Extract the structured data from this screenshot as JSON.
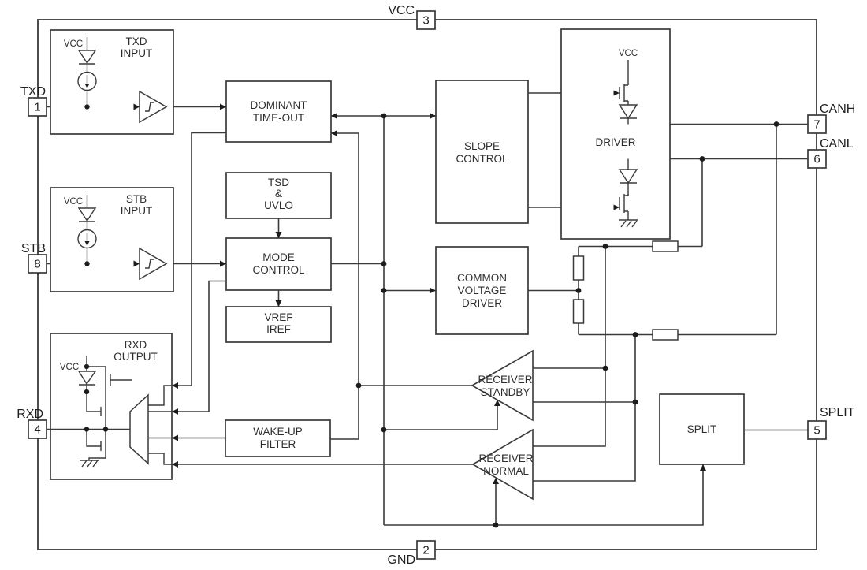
{
  "diagram": {
    "type": "block-diagram",
    "subject": "CAN transceiver functional block diagram",
    "colors": {
      "line": "#3a3a3a",
      "background": "#ffffff",
      "text": "#2d2d2d"
    },
    "vcc_text": "VCC",
    "pins": [
      {
        "label": "TXD",
        "number": "1",
        "side": "left"
      },
      {
        "label": "STB",
        "number": "8",
        "side": "left"
      },
      {
        "label": "RXD",
        "number": "4",
        "side": "left"
      },
      {
        "label": "VCC",
        "number": "3",
        "side": "top"
      },
      {
        "label": "GND",
        "number": "2",
        "side": "bottom"
      },
      {
        "label": "CANH",
        "number": "7",
        "side": "right"
      },
      {
        "label": "CANL",
        "number": "6",
        "side": "right"
      },
      {
        "label": "SPLIT",
        "number": "5",
        "side": "right"
      }
    ],
    "blocks": {
      "txd_input": {
        "line1": "TXD",
        "line2": "INPUT"
      },
      "stb_input": {
        "line1": "STB",
        "line2": "INPUT"
      },
      "rxd_output": {
        "line1": "RXD",
        "line2": "OUTPUT"
      },
      "dominant_timeout": {
        "line1": "DOMINANT",
        "line2": "TIME-OUT"
      },
      "tsd_uvlo": {
        "line1": "TSD",
        "line2": "&",
        "line3": "UVLO"
      },
      "mode_control": {
        "line1": "MODE",
        "line2": "CONTROL"
      },
      "vref_iref": {
        "line1": "VREF",
        "line2": "IREF"
      },
      "wakeup_filter": {
        "line1": "WAKE-UP",
        "line2": "FILTER"
      },
      "slope_control": {
        "line1": "SLOPE",
        "line2": "CONTROL"
      },
      "common_voltage_driver": {
        "line1": "COMMON",
        "line2": "VOLTAGE",
        "line3": "DRIVER"
      },
      "driver": {
        "label": "DRIVER"
      },
      "receiver_standby": {
        "line1": "RECEIVER",
        "line2": "STANDBY"
      },
      "receiver_normal": {
        "line1": "RECEIVER",
        "line2": "NORMAL"
      },
      "split": {
        "label": "SPLIT"
      }
    }
  }
}
